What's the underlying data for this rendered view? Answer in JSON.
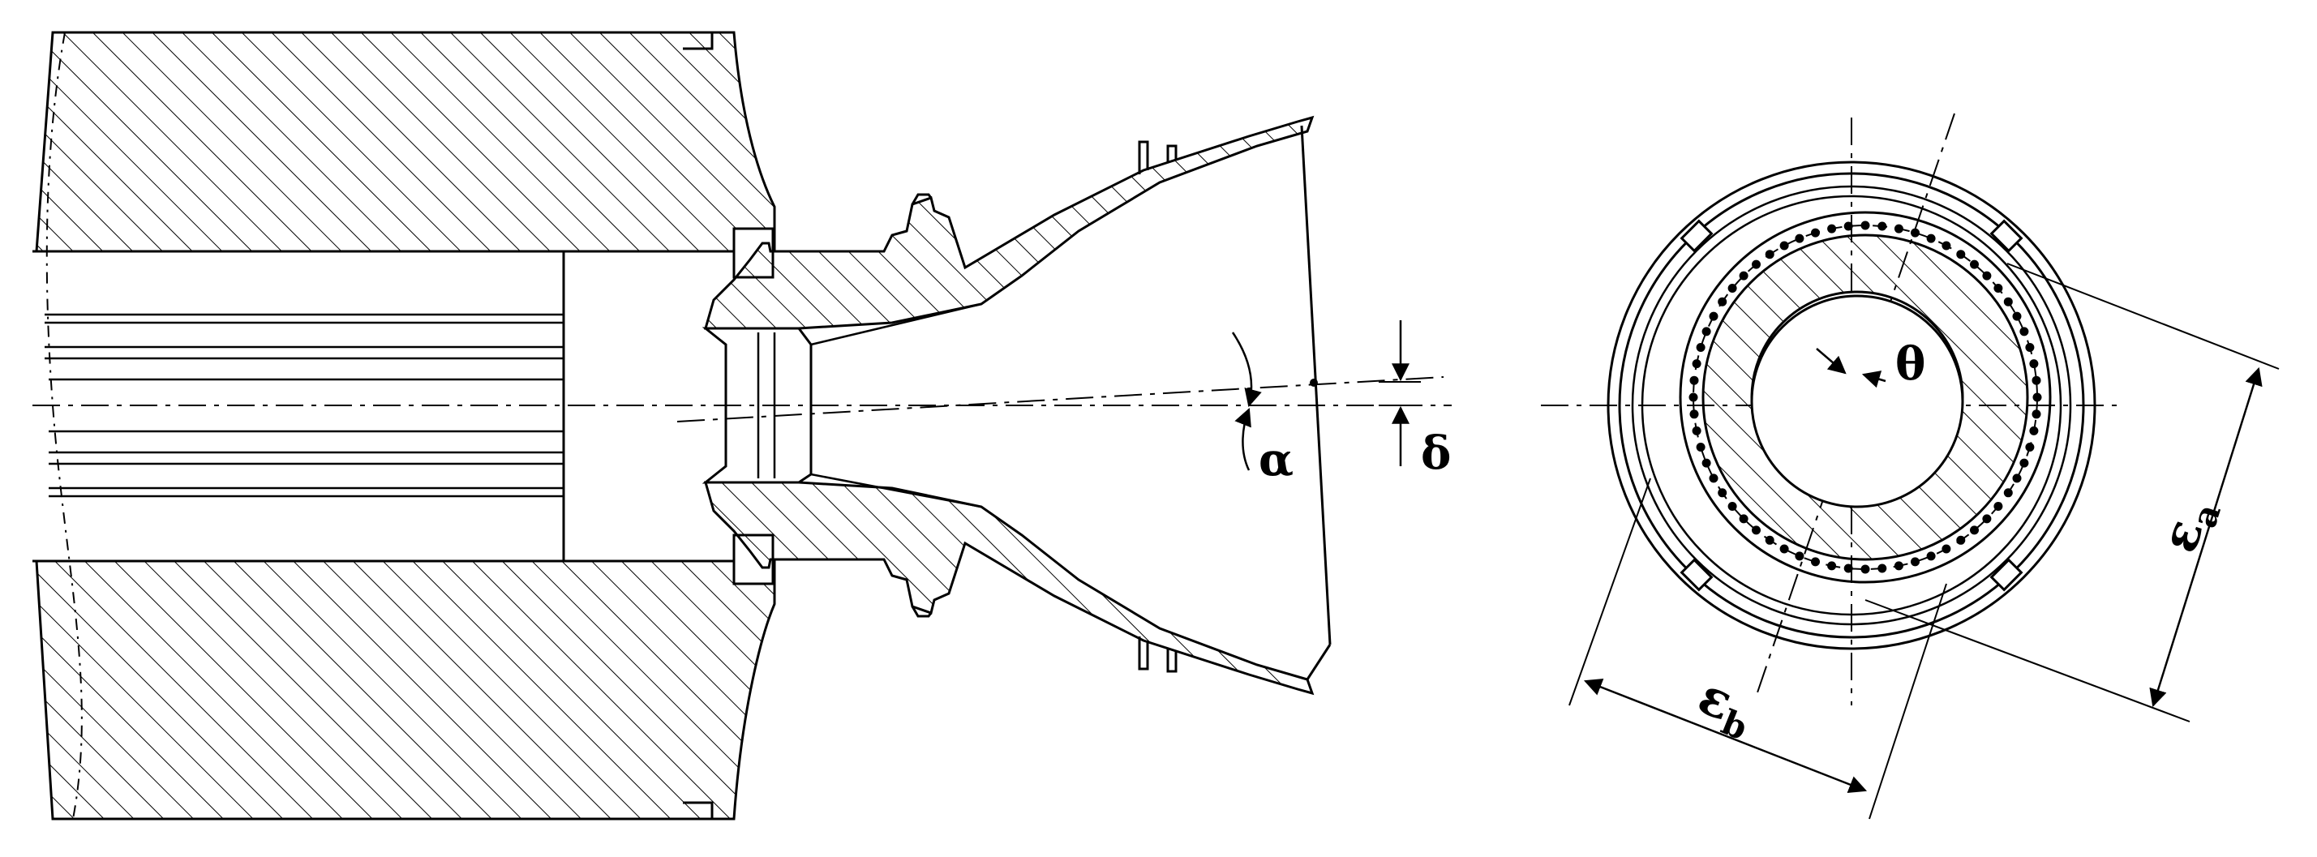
{
  "figure": {
    "labels": {
      "alpha": "α",
      "delta": "δ",
      "theta": "θ",
      "eps_a_base": "ε",
      "eps_a_sub": "a",
      "eps_b_base": "ε",
      "eps_b_sub": "b"
    },
    "colors": {
      "ink": "#000000",
      "background": "#ffffff"
    }
  }
}
